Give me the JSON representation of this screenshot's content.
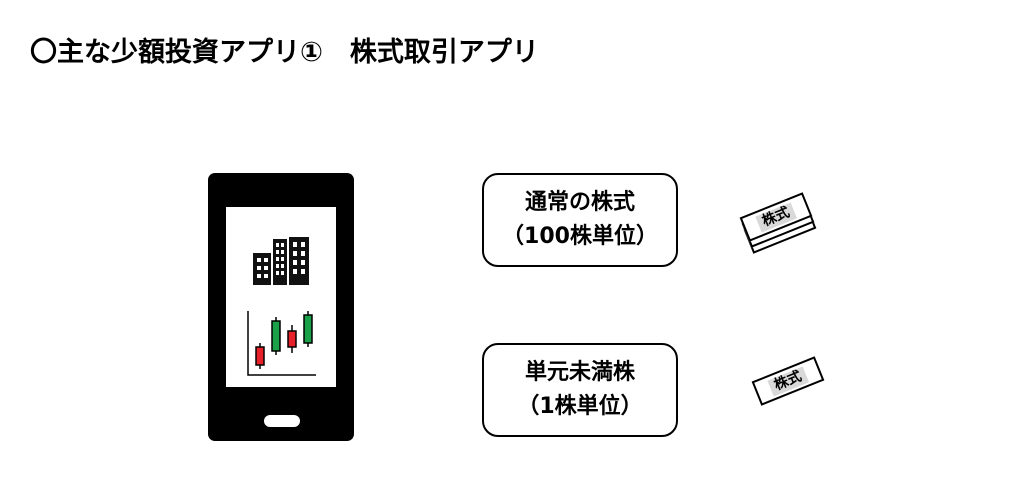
{
  "heading": "〇主な少額投資アプリ①　株式取引アプリ",
  "boxes": [
    {
      "line1": "通常の株式",
      "line2": "（100株単位）"
    },
    {
      "line1": "単元未満株",
      "line2": "（1株単位）"
    }
  ],
  "stock_label": "株式",
  "icons": {
    "building": "building-icon",
    "candlestick": "candlestick-chart-icon"
  },
  "colors": {
    "candle_red": "#e8202a",
    "candle_green": "#1aa14a",
    "label_fill": "#d9d9d9"
  }
}
